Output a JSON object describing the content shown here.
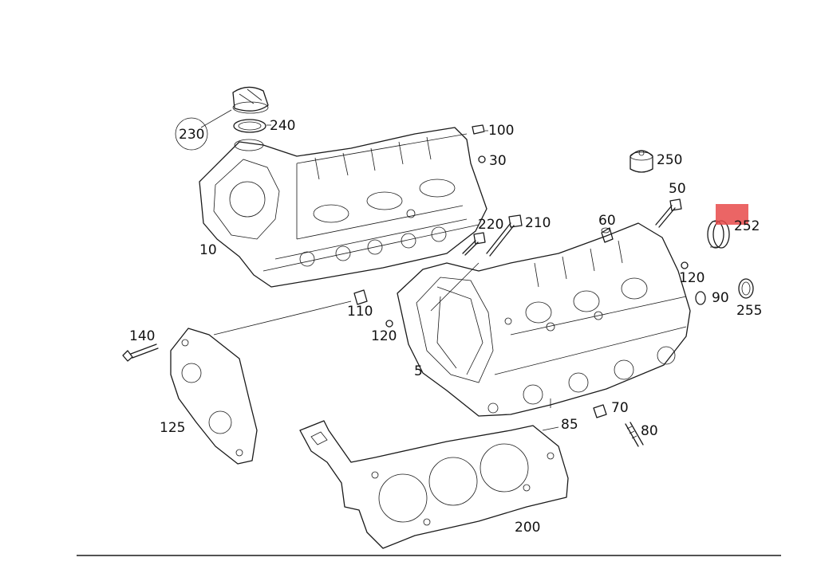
{
  "labels": {
    "p5": "5",
    "p10": "10",
    "p30": "30",
    "p50": "50",
    "p60": "60",
    "p70": "70",
    "p80": "80",
    "p85": "85",
    "p90": "90",
    "p100": "100",
    "p110": "110",
    "p120a": "120",
    "p120b": "120",
    "p125": "125",
    "p140": "140",
    "p200": "200",
    "p210": "210",
    "p220": "220",
    "p230": "230",
    "p240": "240",
    "p250": "250",
    "p252": "252",
    "p255": "255"
  },
  "colors": {
    "line": "#1a1a1a",
    "highlight": "#e84a4a"
  }
}
